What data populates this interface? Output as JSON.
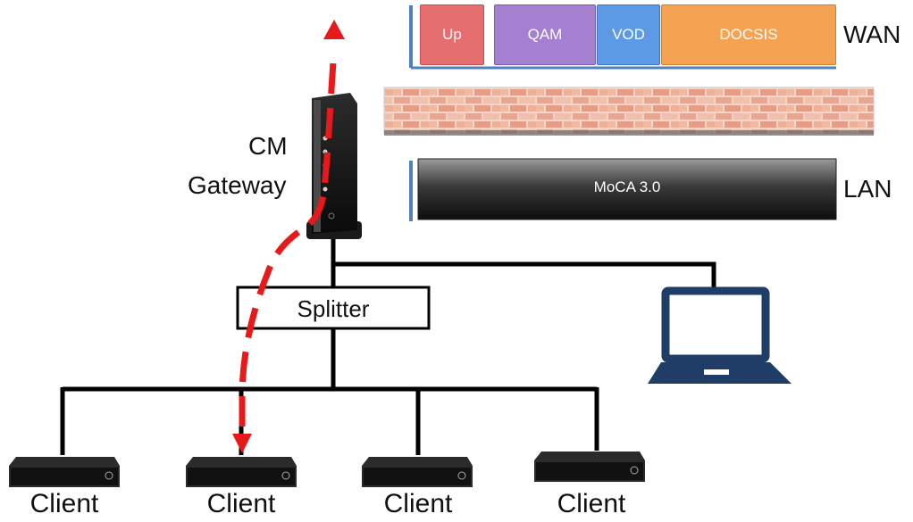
{
  "wan": {
    "label": "WAN",
    "segments": [
      {
        "label": "Up",
        "color": "#e56e6e"
      },
      {
        "label": "QAM",
        "color": "#a57fd0"
      },
      {
        "label": "VOD",
        "color": "#5d9ae5"
      },
      {
        "label": "DOCSIS",
        "color": "#f6a253"
      }
    ]
  },
  "lan": {
    "label": "LAN",
    "bar_label": "MoCA 3.0"
  },
  "gateway": {
    "line1": "CM",
    "line2": "Gateway"
  },
  "splitter": {
    "label": "Splitter"
  },
  "clients": [
    {
      "label": "Client"
    },
    {
      "label": "Client"
    },
    {
      "label": "Client"
    },
    {
      "label": "Client"
    }
  ],
  "colors": {
    "path": "#e8191a",
    "laptop": "#1f3d66",
    "line": "#000000"
  }
}
